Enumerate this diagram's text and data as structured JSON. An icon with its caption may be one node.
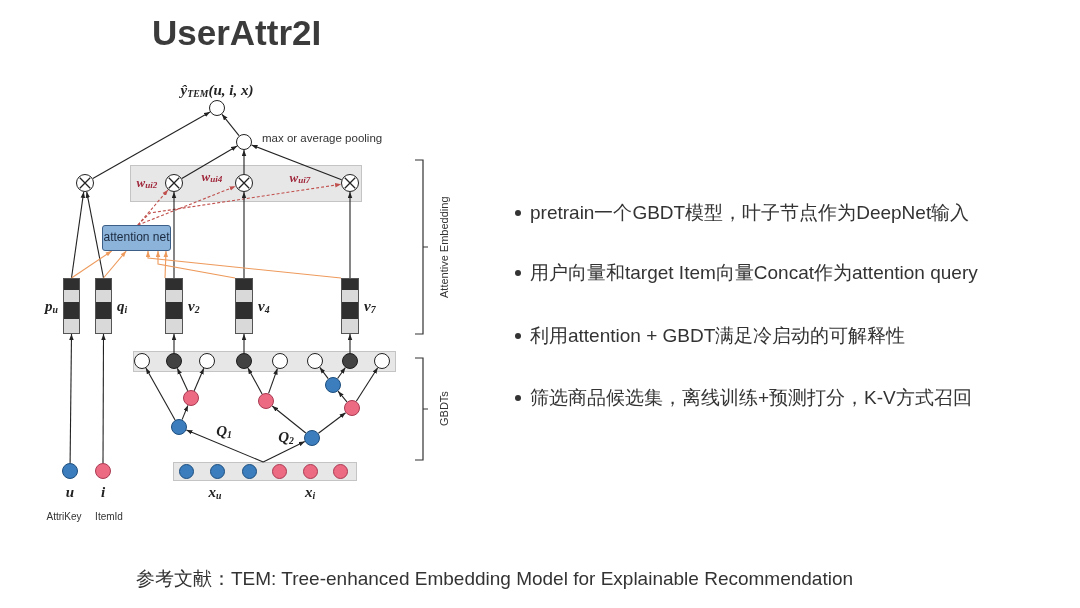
{
  "diagram": {
    "title": "UserAttr2I",
    "caption": "参考文献：TEM: Tree-enhanced Embedding Model for Explainable Recommendation",
    "nodes": [
      {
        "text": [],
        "shape": "circle",
        "beside": [
          "ŷ$_{TEM}$(u, i, x)"
        ]
      },
      {
        "text": [],
        "shape": "circle",
        "beside": [
          "max or average pooling"
        ]
      },
      {
        "text": [],
        "shape": "circle"
      },
      {
        "text": [],
        "shape": "box"
      },
      {
        "text": [],
        "shape": "circle",
        "in": 3
      },
      {
        "text": [],
        "shape": "circle",
        "in": 3
      },
      {
        "text": [],
        "shape": "circle",
        "in": 3
      },
      {
        "text": [
          "attention net"
        ]
      },
      {
        "text": [],
        "shape": "bar",
        "beside": [
          "p$_{u}$"
        ]
      },
      {
        "text": [],
        "shape": "bar",
        "beside": [
          "q$_{i}$"
        ]
      },
      {
        "text": [],
        "shape": "bar",
        "beside": [
          "v$_{2}$"
        ]
      },
      {
        "text": [],
        "shape": "bar",
        "beside": [
          "v$_{4}$"
        ]
      },
      {
        "text": [],
        "shape": "bar",
        "beside": [
          "v$_{7}$"
        ]
      },
      {
        "text": [],
        "shape": "box"
      },
      {
        "text": [],
        "shape": "circle",
        "in": 13
      },
      {
        "text": [],
        "shape": "circle",
        "in": 13
      },
      {
        "text": [],
        "shape": "circle",
        "in": 13
      },
      {
        "text": [],
        "shape": "circle",
        "in": 13
      },
      {
        "text": [],
        "shape": "circle",
        "in": 13
      },
      {
        "text": [],
        "shape": "circle",
        "in": 13
      },
      {
        "text": [],
        "shape": "circle",
        "in": 13
      },
      {
        "text": [],
        "shape": "circle",
        "in": 13
      },
      {
        "text": [],
        "shape": "circle"
      },
      {
        "text": [],
        "shape": "circle"
      },
      {
        "text": [],
        "shape": "circle"
      },
      {
        "text": [],
        "shape": "circle"
      },
      {
        "text": [],
        "shape": "circle"
      },
      {
        "text": [],
        "shape": "circle"
      },
      {
        "text": [],
        "shape": "circle",
        "beside": [
          "u",
          "AttriKey"
        ]
      },
      {
        "text": [],
        "shape": "circle",
        "beside": [
          "i",
          "ItemId"
        ]
      },
      {
        "text": [],
        "shape": "box"
      },
      {
        "text": [],
        "shape": "circle",
        "in": 30
      },
      {
        "text": [],
        "shape": "circle",
        "in": 30
      },
      {
        "text": [],
        "shape": "circle",
        "in": 30
      },
      {
        "text": [],
        "shape": "circle",
        "in": 30
      },
      {
        "text": [],
        "shape": "circle",
        "in": 30
      },
      {
        "text": [],
        "shape": "circle",
        "in": 30
      }
    ],
    "edges": [
      {
        "from": 2,
        "to": 0,
        "arrow": "to"
      },
      {
        "from": 1,
        "to": 0,
        "arrow": "to"
      },
      {
        "from": 4,
        "to": 1,
        "arrow": "to"
      },
      {
        "from": 5,
        "to": 1,
        "arrow": "to"
      },
      {
        "from": 6,
        "to": 1,
        "arrow": "to"
      },
      {
        "from": 7,
        "to": 4,
        "arrow": "to",
        "label": "w$_{ui2}$",
        "style": "dashed",
        "color": "#c0504d"
      },
      {
        "from": 7,
        "to": 5,
        "arrow": "to",
        "label": "w$_{ui4}$",
        "style": "dashed",
        "color": "#c0504d"
      },
      {
        "from": 7,
        "to": 6,
        "arrow": "to",
        "label": "w$_{ui7}$",
        "style": "dashed",
        "color": "#c0504d"
      },
      {
        "from": 8,
        "to": 2,
        "arrow": "to"
      },
      {
        "from": 9,
        "to": 2,
        "arrow": "to"
      },
      {
        "from": 10,
        "to": 4,
        "arrow": "to"
      },
      {
        "from": 11,
        "to": 5,
        "arrow": "to"
      },
      {
        "from": 12,
        "to": 6,
        "arrow": "to"
      },
      {
        "from": 8,
        "to": 7,
        "arrow": "to",
        "color": "#ee9a5c"
      },
      {
        "from": 9,
        "to": 7,
        "arrow": "to",
        "color": "#ee9a5c"
      },
      {
        "from": 10,
        "to": 7,
        "arrow": "to",
        "color": "#ee9a5c"
      },
      {
        "from": 11,
        "to": 7,
        "arrow": "to",
        "color": "#ee9a5c"
      },
      {
        "from": 12,
        "to": 7,
        "arrow": "to",
        "color": "#ee9a5c"
      },
      {
        "from": 15,
        "to": 10,
        "arrow": "to"
      },
      {
        "from": 17,
        "to": 11,
        "arrow": "to"
      },
      {
        "from": 20,
        "to": 12,
        "arrow": "to"
      },
      {
        "from": 26,
        "to": 14,
        "arrow": "to"
      },
      {
        "from": 26,
        "to": 23,
        "arrow": "to"
      },
      {
        "from": 23,
        "to": 15,
        "arrow": "to"
      },
      {
        "from": 23,
        "to": 16,
        "arrow": "to"
      },
      {
        "from": 27,
        "to": 24,
        "arrow": "to"
      },
      {
        "from": 27,
        "to": 25,
        "arrow": "to"
      },
      {
        "from": 24,
        "to": 17,
        "arrow": "to"
      },
      {
        "from": 24,
        "to": 18,
        "arrow": "to"
      },
      {
        "from": 25,
        "to": 22,
        "arrow": "to"
      },
      {
        "from": 25,
        "to": 21,
        "arrow": "to"
      },
      {
        "from": 22,
        "to": 19,
        "arrow": "to"
      },
      {
        "from": 22,
        "to": 20,
        "arrow": "to"
      },
      {
        "from": 30,
        "to": 26,
        "arrow": "to"
      },
      {
        "from": 30,
        "to": 27,
        "arrow": "to"
      },
      {
        "from": 28,
        "to": 8,
        "arrow": "to"
      },
      {
        "from": 29,
        "to": 9,
        "arrow": "to"
      }
    ],
    "labels": [
      "Attentive Embedding",
      "GBDTs",
      "Q$_{1}$",
      "Q$_{2}$",
      "x$_{u}$",
      "x$_{i}$",
      "pretrain一个GBDT模型，叶子节点作为DeepNet输入",
      "用户向量和target Item向量Concat作为attention query",
      "利用attention + GBDT满足冷启动的可解释性",
      "筛选商品候选集，离线训练+预测打分，K-V方式召回"
    ]
  }
}
